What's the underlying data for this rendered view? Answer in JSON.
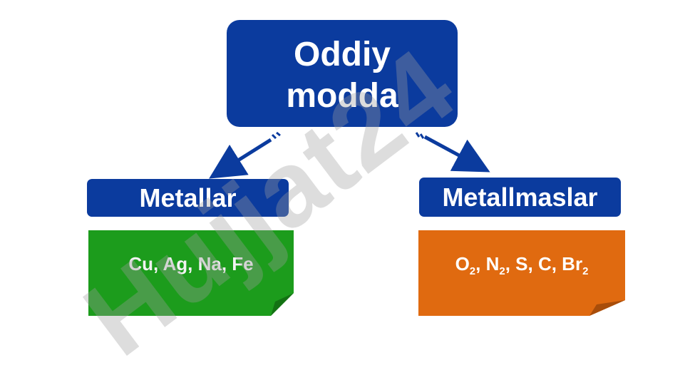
{
  "root": {
    "line1": "Oddiy",
    "line2": "modda"
  },
  "left": {
    "title": "Metallar",
    "items": "Cu, Ag, Na, Fe"
  },
  "right": {
    "title": "Metallmaslar",
    "items": [
      "O",
      "2",
      ", N",
      "2",
      ", S, C, Br",
      "2"
    ]
  },
  "watermark": "Hujjat24",
  "colors": {
    "box": "#0b3b9e",
    "left_note": "#1c9c1c",
    "right_note": "#e06a10"
  }
}
